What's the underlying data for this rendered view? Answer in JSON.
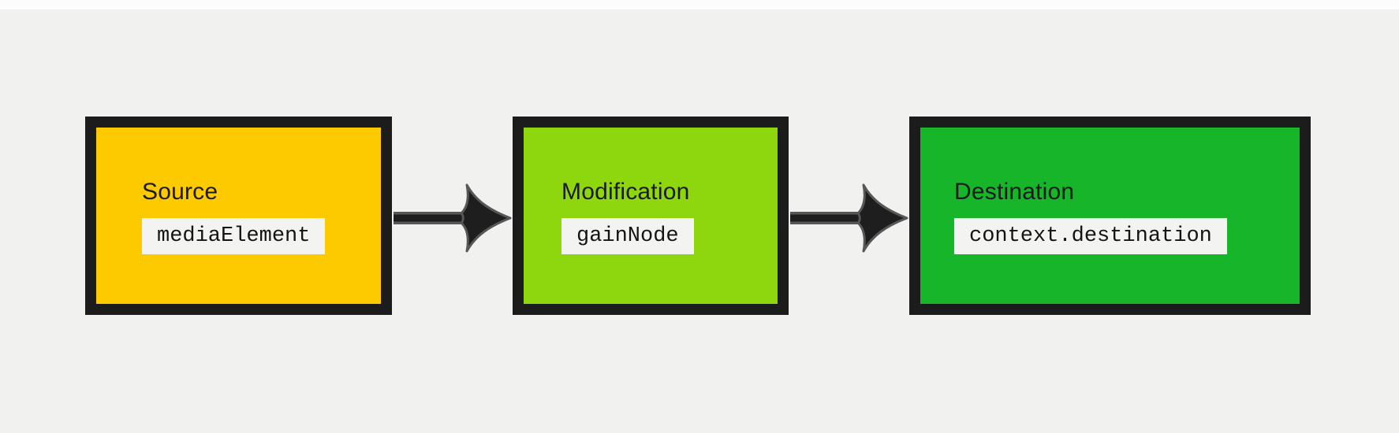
{
  "canvas": {
    "background": "#f1f1f0",
    "top_strip_color": "#fcfcfc"
  },
  "diagram": {
    "border_color": "#1c1c1c",
    "label_color": "#1b1b1b",
    "code_text_color": "#141414",
    "code_chip_bg": "#f3f3f1",
    "arrow": {
      "fill_color": "#1e1e1e",
      "outline_color": "#575757",
      "direction": "right"
    },
    "nodes": [
      {
        "id": "source",
        "label": "Source",
        "code": "mediaElement",
        "fill": "#fdca00"
      },
      {
        "id": "modification",
        "label": "Modification",
        "code": "gainNode",
        "fill": "#8ed60e"
      },
      {
        "id": "destination",
        "label": "Destination",
        "code": "context.destination",
        "fill": "#17b52a"
      }
    ],
    "connections": [
      {
        "from": "Source",
        "to": "Modification"
      },
      {
        "from": "Modification",
        "to": "Destination"
      }
    ]
  }
}
